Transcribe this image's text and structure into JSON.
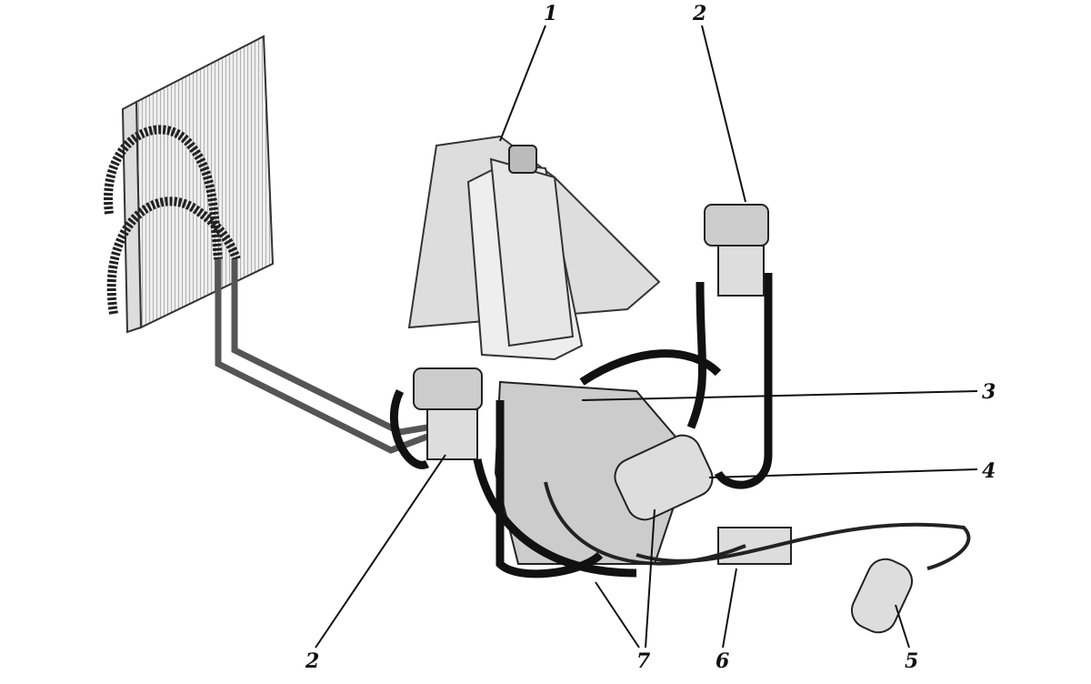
{
  "callouts": [
    {
      "id": "callout-1",
      "text": "1"
    },
    {
      "id": "callout-2-top",
      "text": "2"
    },
    {
      "id": "callout-3",
      "text": "3"
    },
    {
      "id": "callout-4",
      "text": "4"
    },
    {
      "id": "callout-5",
      "text": "5"
    },
    {
      "id": "callout-6",
      "text": "6"
    },
    {
      "id": "callout-7",
      "text": "7"
    },
    {
      "id": "callout-2-bottom",
      "text": "2"
    }
  ]
}
